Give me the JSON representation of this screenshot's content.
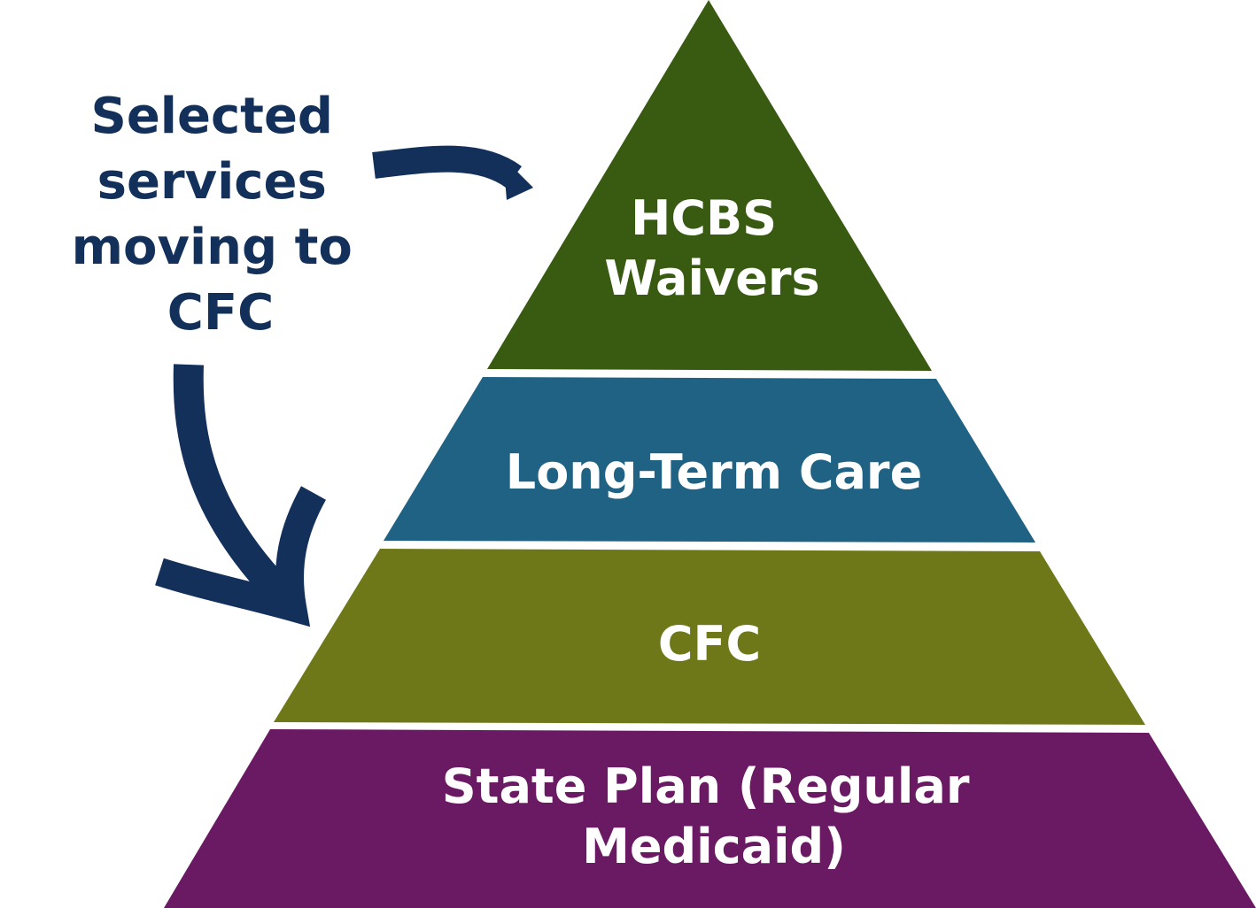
{
  "callout": {
    "lines": [
      "Selected",
      "services",
      "moving to",
      "CFC"
    ],
    "color": "#12305a"
  },
  "pyramid": {
    "tiers": [
      {
        "id": "hcbs",
        "lines": [
          "HCBS",
          "Waivers"
        ],
        "color": "#385a11"
      },
      {
        "id": "ltc",
        "lines": [
          "Long-Term Care"
        ],
        "color": "#206284"
      },
      {
        "id": "cfc",
        "lines": [
          "CFC"
        ],
        "color": "#6e7819"
      },
      {
        "id": "state-plan",
        "lines": [
          "State Plan (Regular",
          "Medicaid)"
        ],
        "color": "#6a1963"
      }
    ]
  }
}
